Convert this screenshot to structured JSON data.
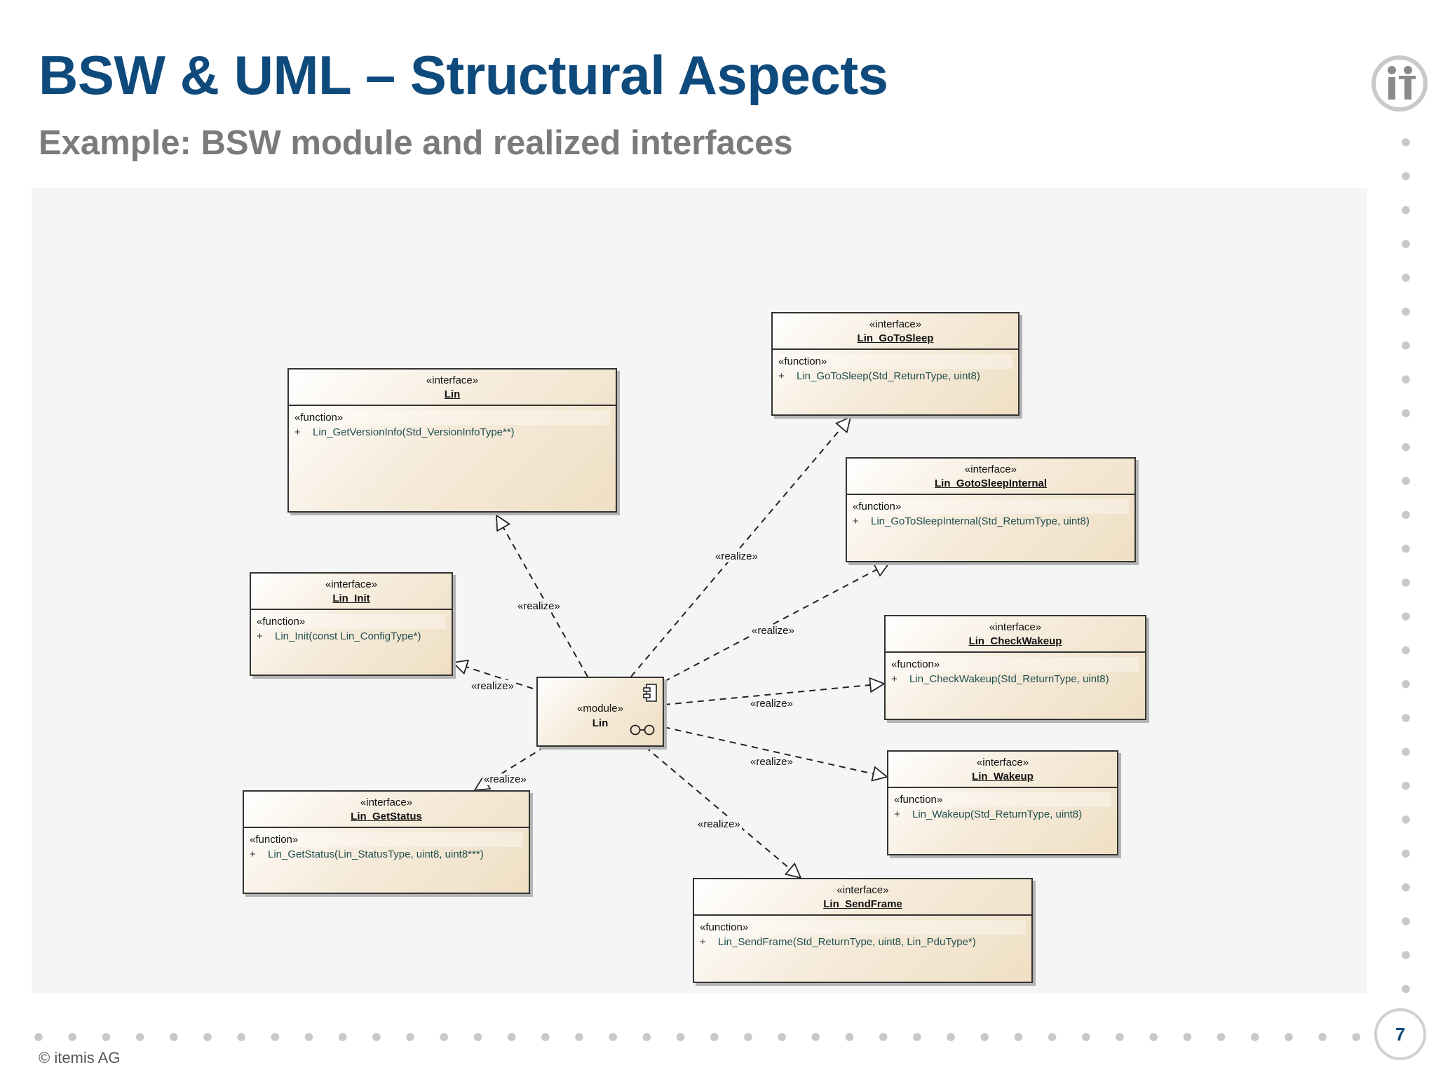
{
  "slide": {
    "title": "BSW & UML – Structural Aspects",
    "subtitle": "Example: BSW module and realized interfaces",
    "page_number": "7",
    "copyright": "© itemis AG",
    "logo_icon": "itemis-logo-icon",
    "title_color": "#0e4a7c"
  },
  "diagram": {
    "module": {
      "stereotype": "«module»",
      "name": "Lin"
    },
    "realize_label": "«realize»",
    "interfaces": [
      {
        "stereotype": "«interface»",
        "name": "Lin",
        "func_stereotype": "«function»",
        "visibility": "+",
        "operation": "Lin_GetVersionInfo(Std_VersionInfoType**)"
      },
      {
        "stereotype": "«interface»",
        "name": "Lin_GoToSleep",
        "func_stereotype": "«function»",
        "visibility": "+",
        "operation": "Lin_GoToSleep(Std_ReturnType, uint8)"
      },
      {
        "stereotype": "«interface»",
        "name": "Lin_GotoSleepInternal",
        "func_stereotype": "«function»",
        "visibility": "+",
        "operation": "Lin_GoToSleepInternal(Std_ReturnType, uint8)"
      },
      {
        "stereotype": "«interface»",
        "name": "Lin_Init",
        "func_stereotype": "«function»",
        "visibility": "+",
        "operation": "Lin_Init(const Lin_ConfigType*)"
      },
      {
        "stereotype": "«interface»",
        "name": "Lin_CheckWakeup",
        "func_stereotype": "«function»",
        "visibility": "+",
        "operation": "Lin_CheckWakeup(Std_ReturnType, uint8)"
      },
      {
        "stereotype": "«interface»",
        "name": "Lin_Wakeup",
        "func_stereotype": "«function»",
        "visibility": "+",
        "operation": "Lin_Wakeup(Std_ReturnType, uint8)"
      },
      {
        "stereotype": "«interface»",
        "name": "Lin_GetStatus",
        "func_stereotype": "«function»",
        "visibility": "+",
        "operation": "Lin_GetStatus(Lin_StatusType, uint8, uint8***)"
      },
      {
        "stereotype": "«interface»",
        "name": "Lin_SendFrame",
        "func_stereotype": "«function»",
        "visibility": "+",
        "operation": "Lin_SendFrame(Std_ReturnType, uint8, Lin_PduType*)"
      }
    ]
  }
}
